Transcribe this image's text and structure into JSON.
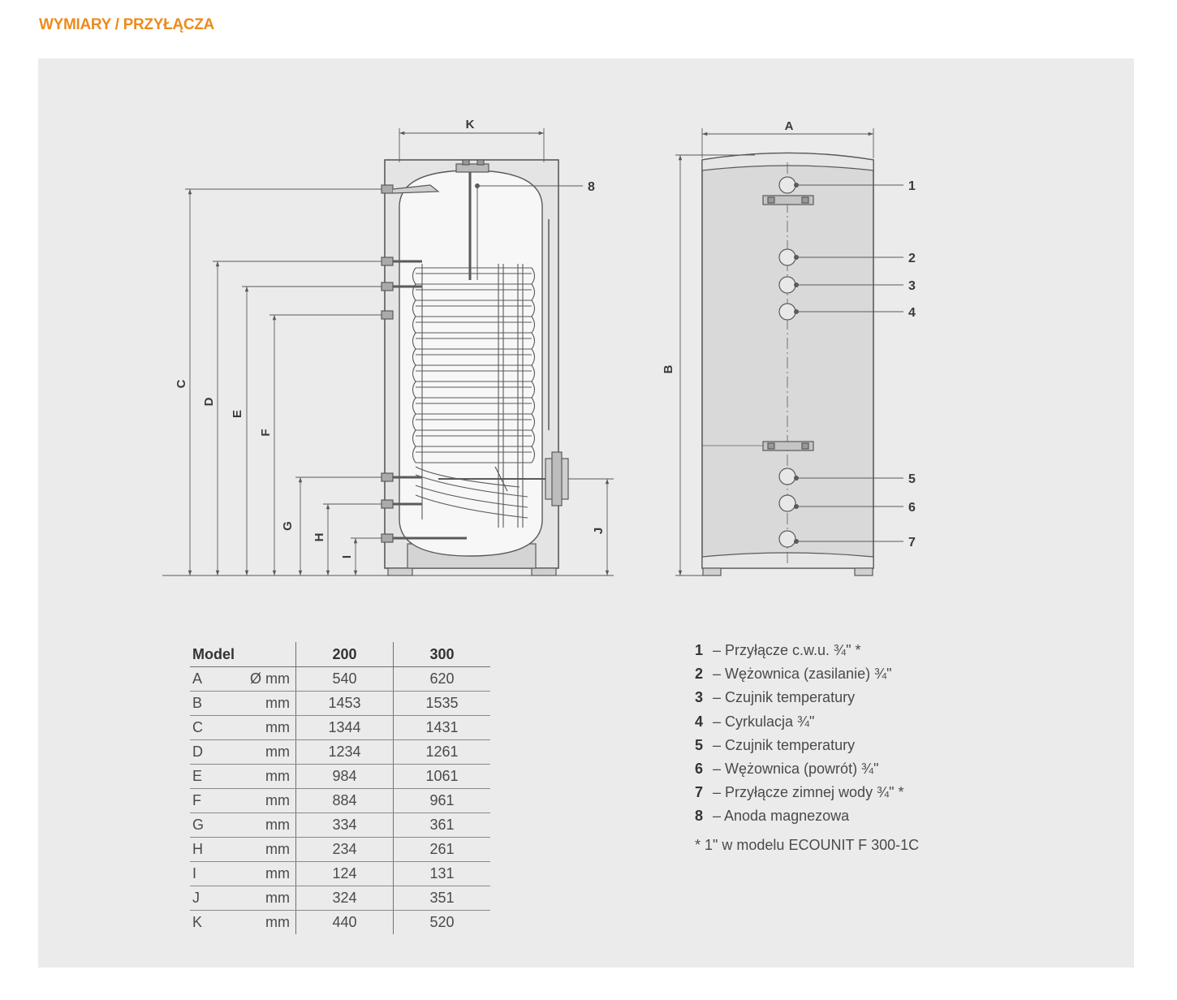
{
  "title": "WYMIARY / PRZYŁĄCZA",
  "diagram": {
    "dimension_labels": {
      "K": "K",
      "A": "A",
      "B": "B",
      "C": "C",
      "D": "D",
      "E": "E",
      "F": "F",
      "G": "G",
      "H": "H",
      "I": "I",
      "J": "J"
    },
    "callouts": [
      "1",
      "2",
      "3",
      "4",
      "5",
      "6",
      "7",
      "8"
    ]
  },
  "table": {
    "header": {
      "model": "Model",
      "v1": "200",
      "v2": "300"
    },
    "rows": [
      {
        "dim": "A",
        "unit": "Ø mm",
        "v1": "540",
        "v2": "620"
      },
      {
        "dim": "B",
        "unit": "mm",
        "v1": "1453",
        "v2": "1535"
      },
      {
        "dim": "C",
        "unit": "mm",
        "v1": "1344",
        "v2": "1431"
      },
      {
        "dim": "D",
        "unit": "mm",
        "v1": "1234",
        "v2": "1261"
      },
      {
        "dim": "E",
        "unit": "mm",
        "v1": "984",
        "v2": "1061"
      },
      {
        "dim": "F",
        "unit": "mm",
        "v1": "884",
        "v2": "961"
      },
      {
        "dim": "G",
        "unit": "mm",
        "v1": "334",
        "v2": "361"
      },
      {
        "dim": "H",
        "unit": "mm",
        "v1": "234",
        "v2": "261"
      },
      {
        "dim": "I",
        "unit": "mm",
        "v1": "124",
        "v2": "131"
      },
      {
        "dim": "J",
        "unit": "mm",
        "v1": "324",
        "v2": "351"
      },
      {
        "dim": "K",
        "unit": "mm",
        "v1": "440",
        "v2": "520"
      }
    ]
  },
  "legend": {
    "items": [
      {
        "num": "1",
        "text": "– Przyłącze c.w.u. ¾\" *"
      },
      {
        "num": "2",
        "text": "– Wężownica (zasilanie) ¾\""
      },
      {
        "num": "3",
        "text": "– Czujnik temperatury"
      },
      {
        "num": "4",
        "text": "– Cyrkulacja ¾\""
      },
      {
        "num": "5",
        "text": "– Czujnik temperatury"
      },
      {
        "num": "6",
        "text": "– Wężownica (powrót) ¾\""
      },
      {
        "num": "7",
        "text": "– Przyłącze zimnej wody ¾\" *"
      },
      {
        "num": "8",
        "text": "– Anoda magnezowa"
      }
    ],
    "note": "* 1\" w modelu ECOUNIT F 300-1C"
  },
  "colors": {
    "title": "#ec8b1e",
    "panel": "#ebebeb",
    "line": "#5a5a5a",
    "tank_fill": "#d9d9d9"
  }
}
